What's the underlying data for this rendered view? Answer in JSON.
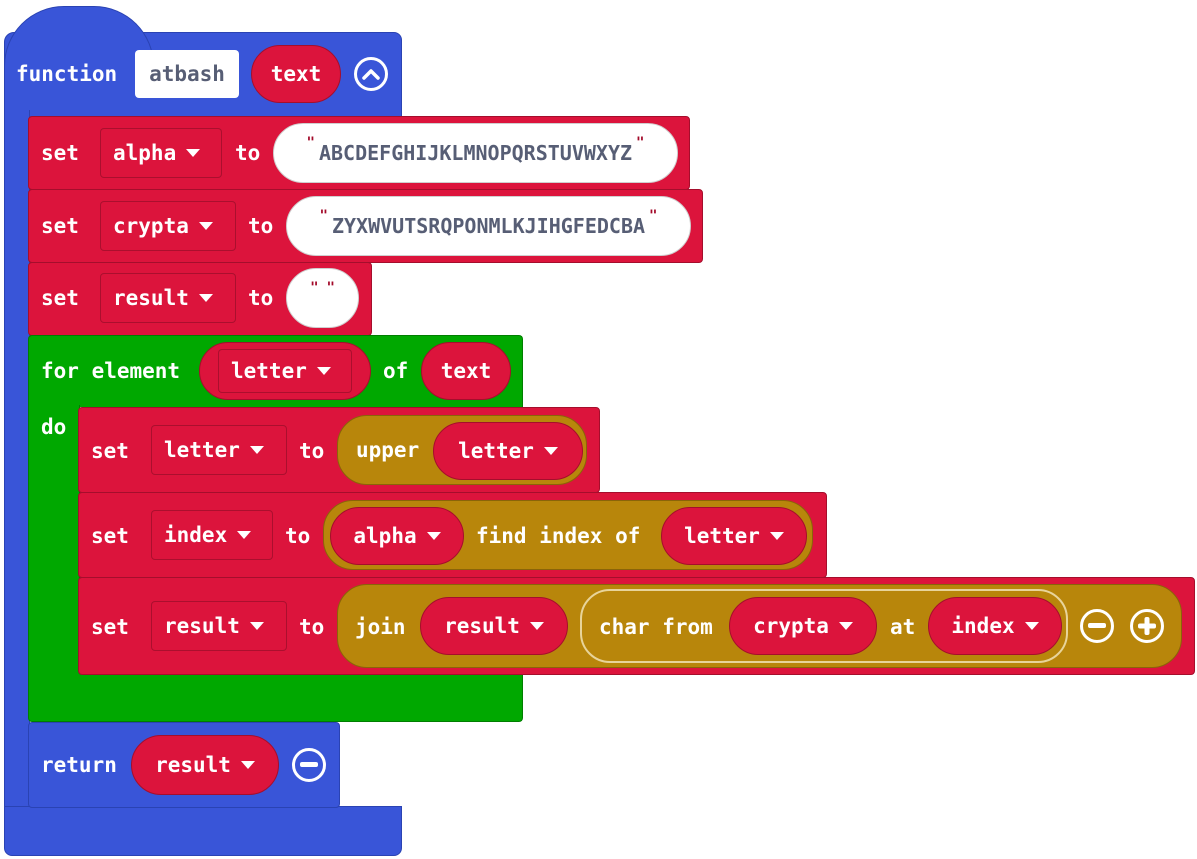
{
  "function_block": {
    "keyword": "function",
    "name": "atbash",
    "param": "text"
  },
  "stmt_set_alpha": {
    "set": "set",
    "var": "alpha",
    "to": "to",
    "value": "ABCDEFGHIJKLMNOPQRSTUVWXYZ"
  },
  "stmt_set_crypta": {
    "set": "set",
    "var": "crypta",
    "to": "to",
    "value": "ZYXWVUTSRQPONMLKJIHGFEDCBA"
  },
  "stmt_set_result": {
    "set": "set",
    "var": "result",
    "to": "to",
    "value": ""
  },
  "for_block": {
    "label": "for element",
    "var": "letter",
    "of": "of",
    "iterable": "text",
    "do": "do"
  },
  "inner_set_letter": {
    "set": "set",
    "var": "letter",
    "to": "to",
    "func": "upper",
    "arg": "letter"
  },
  "inner_set_index": {
    "set": "set",
    "var": "index",
    "to": "to",
    "obj": "alpha",
    "method": "find index of",
    "arg": "letter"
  },
  "inner_set_result": {
    "set": "set",
    "var": "result",
    "to": "to",
    "join": "join",
    "arg1": "result",
    "char_from": "char from",
    "str": "crypta",
    "at": "at",
    "idx": "index"
  },
  "return_block": {
    "keyword": "return",
    "value": "result"
  },
  "quote": "\""
}
